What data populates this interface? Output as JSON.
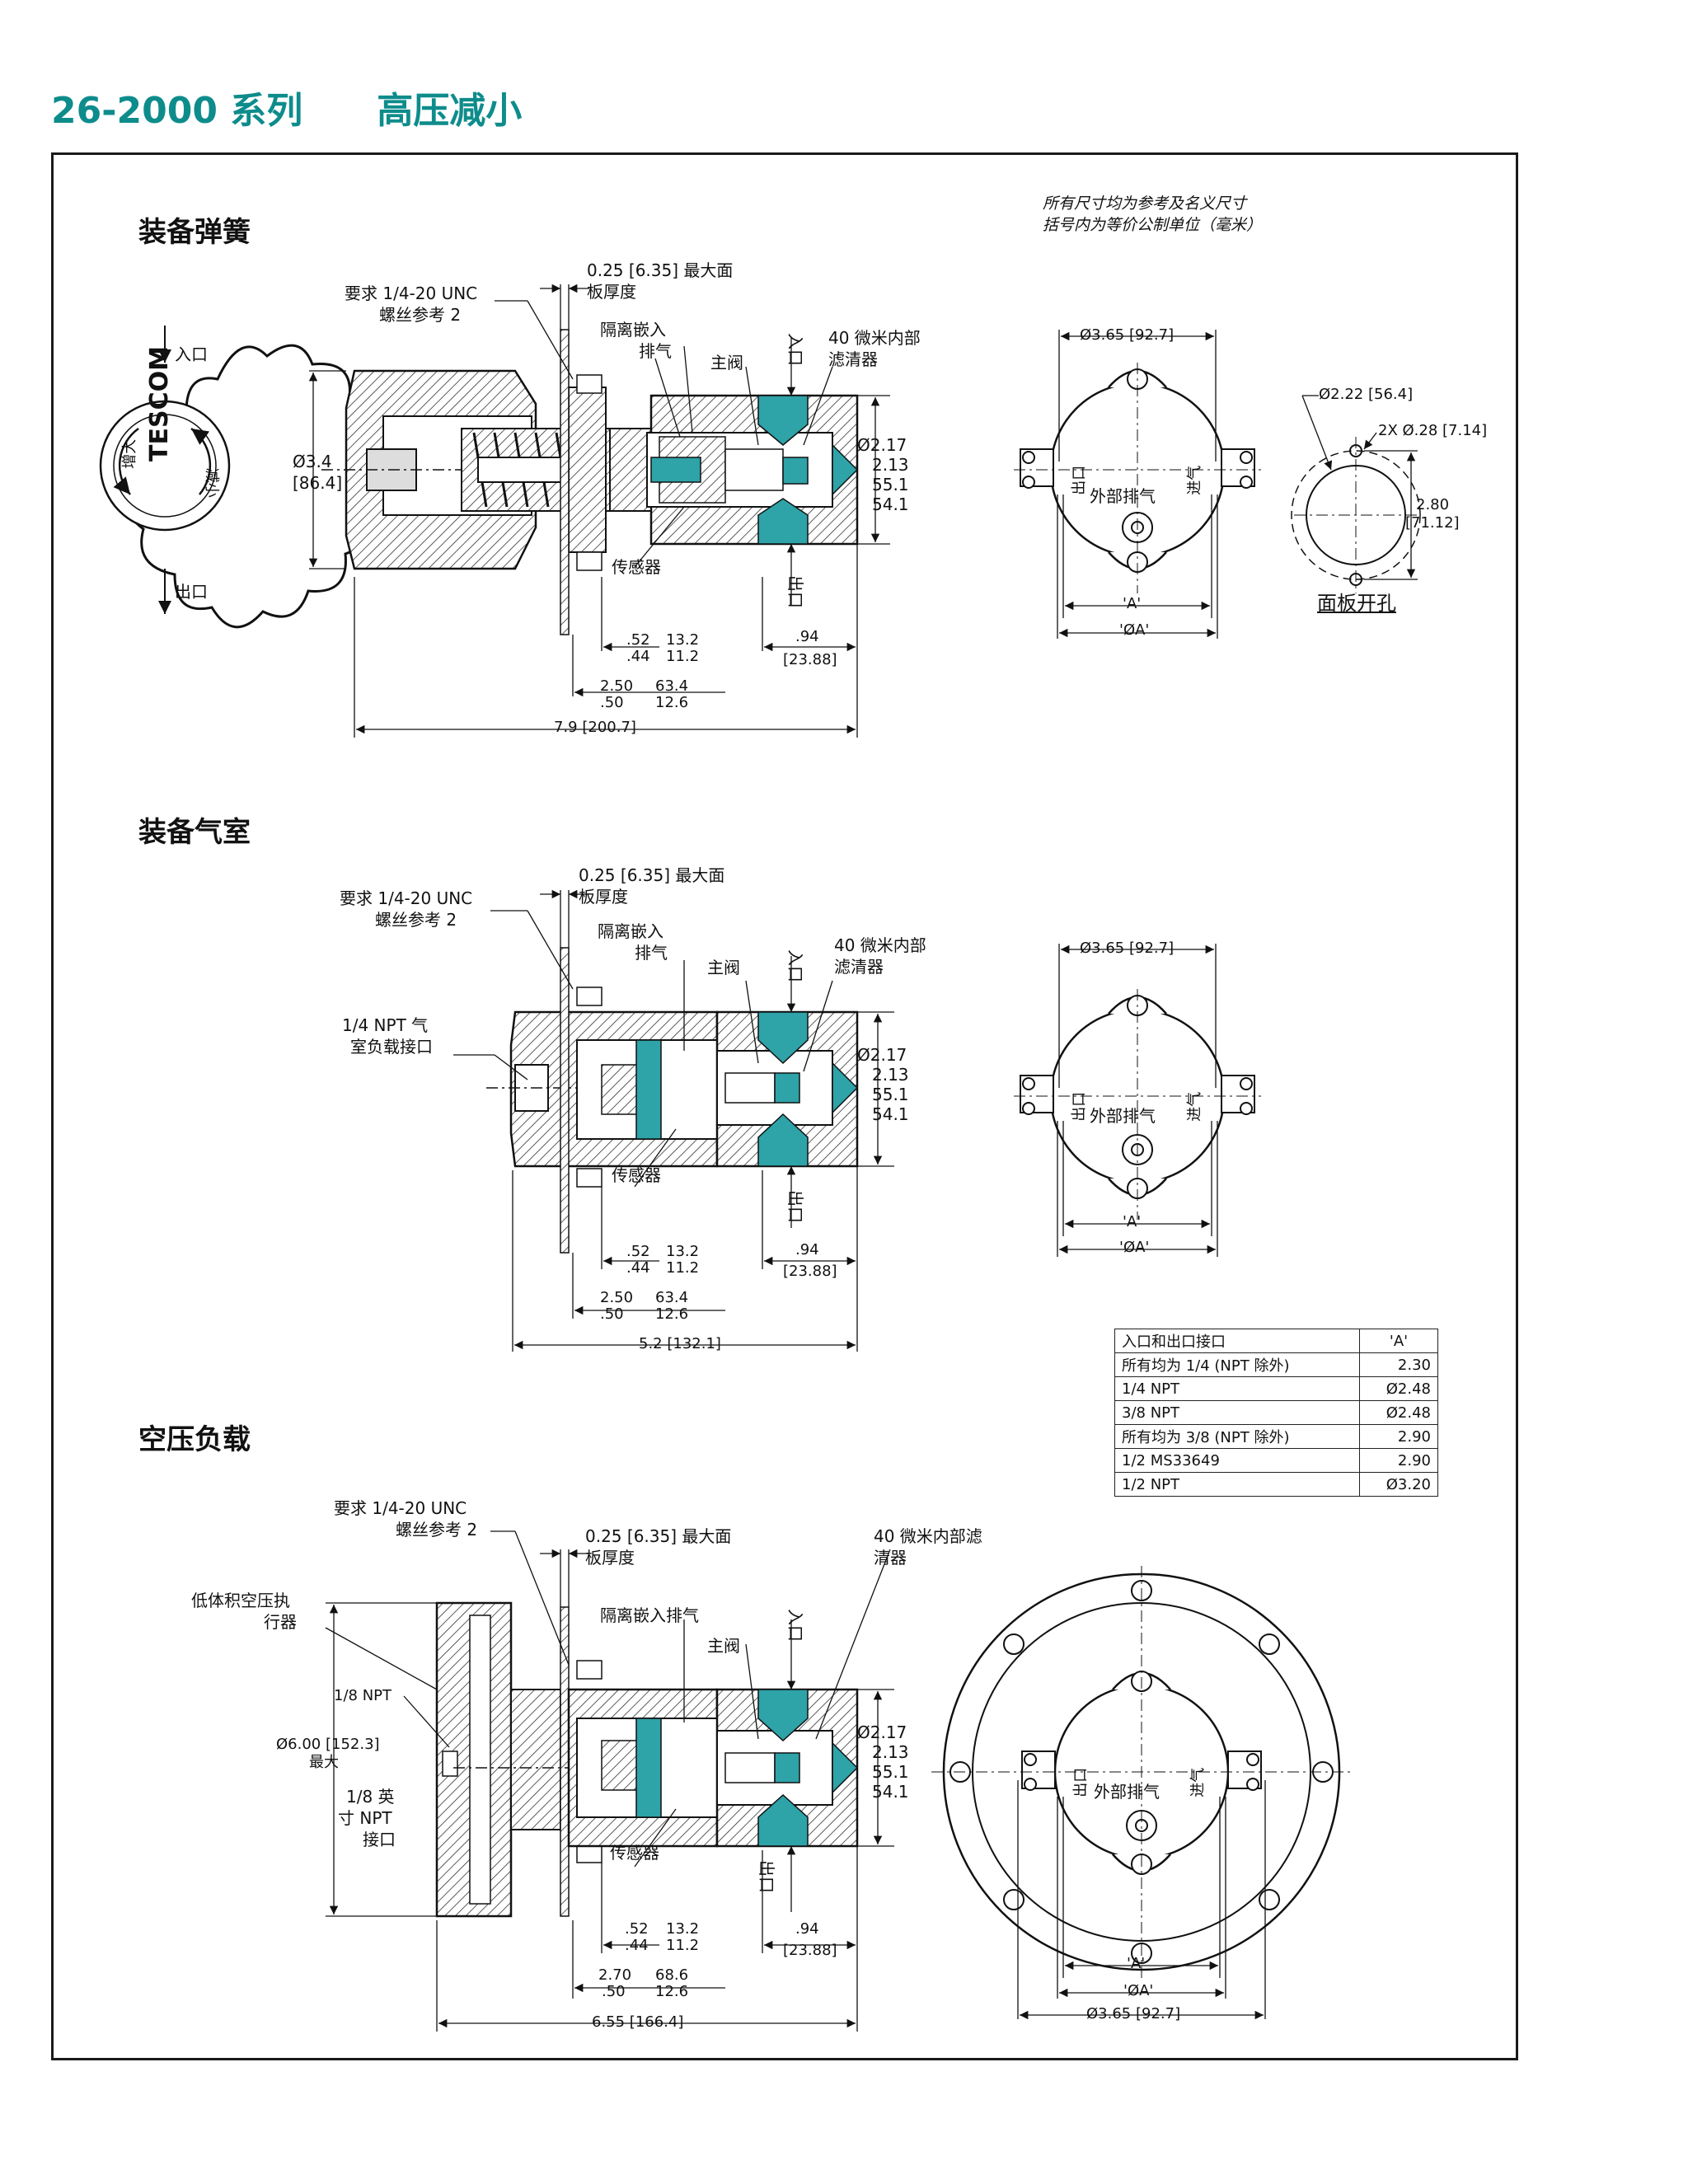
{
  "header": {
    "series": "26-2000 系列",
    "title": "高压减小"
  },
  "note": {
    "line1": "所有尺寸均为参考及名义尺寸",
    "line2": "括号内为等价公制单位（毫米）"
  },
  "sections": {
    "spring": {
      "title": "装备弹簧"
    },
    "dome": {
      "title": "装备气室"
    },
    "air": {
      "title": "空压负载"
    }
  },
  "labels": {
    "inlet": "入口",
    "outlet": "出口",
    "inlet_v": "入口",
    "outlet_v": "出口",
    "thread_req": "要求  1/4-20 UNC",
    "thread_ref": "螺丝参考  2",
    "panel_thk1": "0.25 [6.35]  最大面",
    "panel_thk2": "板厚度",
    "vent1": "隔离嵌入",
    "vent2": "排气",
    "vent_single": "隔离嵌入排气",
    "main_valve": "主阀",
    "filter1": "40  微米内部",
    "filter2": "滤清器",
    "filter_a1": "40  微米内部滤",
    "filter_a2": "清器",
    "sensor": "传感器",
    "ext_exhaust": "外部排气",
    "knob_brand": "TESCOM",
    "knob_inc": "增大",
    "knob_dec": "减小",
    "inlet_side": "进气",
    "outlet_side": "出口",
    "panel_cutout": "面板开孔",
    "npt_dome1": "1/4 NPT  气",
    "npt_dome2": "室负载接口",
    "actuator1": "低体积空压执",
    "actuator2": "行器",
    "npt18": "1/8 NPT",
    "npt18b1": "1/8  英",
    "npt18b2": "寸  NPT",
    "npt18b3": "接口",
    "dia6_1": "Ø6.00 [152.3]",
    "dia6_2": "最大"
  },
  "dims": {
    "d34": "Ø3.4",
    "d34m": "[86.4]",
    "d217": "Ø2.17",
    "d213": "2.13",
    "d551": "55.1",
    "d541": "54.1",
    "d52": ".52",
    "d44": ".44",
    "d132": "13.2",
    "d112": "11.2",
    "d94": ".94",
    "d2388": "[23.88]",
    "d250": "2.50",
    "d50": ".50",
    "d634": "63.4",
    "d126": "12.6",
    "d270": "2.70",
    "d686": "68.6",
    "len79": "7.9 [200.7]",
    "len52": "5.2 [132.1]",
    "len655": "6.55 [166.4]",
    "d365": "Ø3.65 [92.7]",
    "dA": "'A'",
    "dOA": "'ØA'",
    "d222": "Ø2.22 [56.4]",
    "d2x": "2X Ø.28 [7.14]",
    "d280": "2.80",
    "d7112": "[71.12]"
  },
  "table": {
    "header": [
      "入口和出口接口",
      "'A'"
    ],
    "rows": [
      [
        "所有均为  1/4 (NPT  除外)",
        "2.30"
      ],
      [
        "1/4 NPT",
        "Ø2.48"
      ],
      [
        "3/8 NPT",
        "Ø2.48"
      ],
      [
        "所有均为  3/8 (NPT  除外)",
        "2.90"
      ],
      [
        "1/2 MS33649",
        "2.90"
      ],
      [
        "1/2 NPT",
        "Ø3.20"
      ]
    ]
  },
  "colors": {
    "accent": "#0e8c8c",
    "ports": "#2ea3a8"
  }
}
